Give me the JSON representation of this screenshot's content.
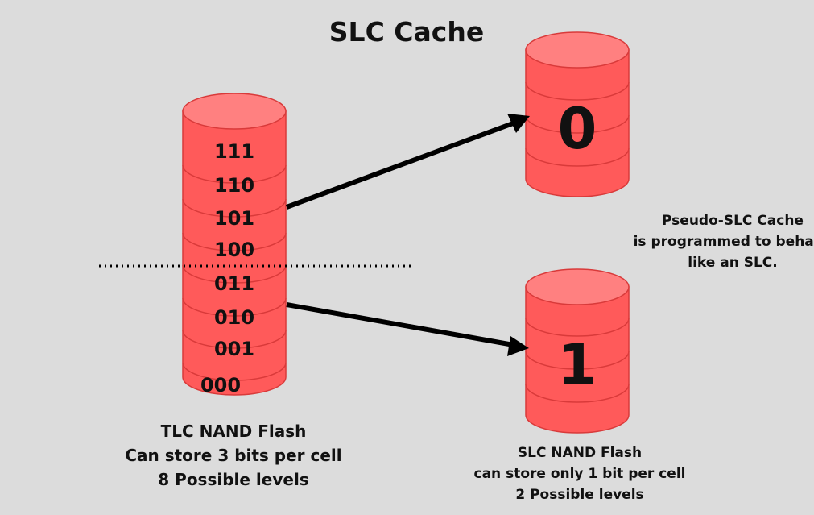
{
  "title": "SLC Cache",
  "tlc_stack": {
    "levels": [
      "111",
      "110",
      "101",
      "100",
      "011",
      "010",
      "001",
      "000"
    ]
  },
  "slc_top": {
    "value": "0"
  },
  "slc_bottom": {
    "value": "1"
  },
  "captions": {
    "tlc": [
      "TLC NAND Flash",
      "Can store 3 bits per cell",
      "8 Possible levels"
    ],
    "slc": [
      "SLC NAND Flash",
      "can store only 1 bit per cell",
      "2 Possible levels"
    ]
  },
  "note": [
    "Pseudo-SLC Cache",
    "is programmed to behave",
    "like an SLC."
  ],
  "colors": {
    "cylinder_fill": "#ff5a5a",
    "cylinder_top": "#ff8080",
    "cylinder_stroke": "#d93a3a",
    "arrow": "#000000",
    "background": "#dcdcdc"
  }
}
